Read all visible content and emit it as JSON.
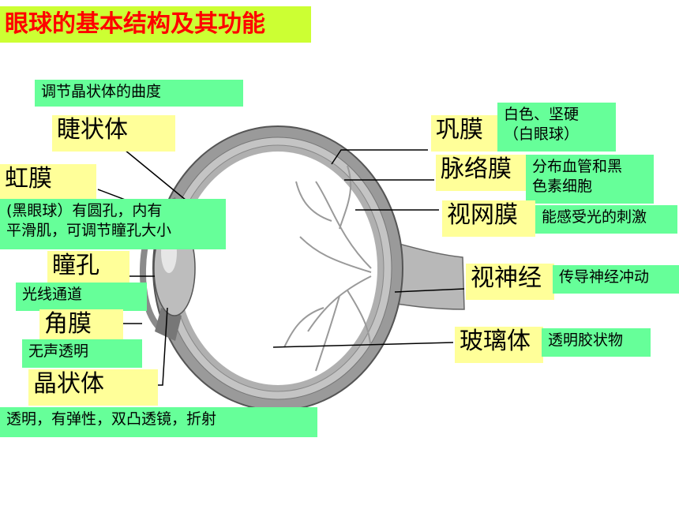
{
  "title": "眼球的基本结构及其功能",
  "labels": {
    "ciliary_body": {
      "name": "睫状体",
      "desc": "调节晶状体的曲度"
    },
    "iris": {
      "name": "虹膜",
      "desc_line1": "(黑眼球）有圆孔，内有",
      "desc_line2": "平滑肌，可调节瞳孔大小"
    },
    "pupil": {
      "name": "瞳孔",
      "desc": "光线通道"
    },
    "cornea": {
      "name": "角膜",
      "desc": "无声透明"
    },
    "lens": {
      "name": "晶状体",
      "desc": "透明，有弹性，双凸透镜，折射"
    },
    "sclera": {
      "name": "巩膜",
      "desc_line1": "白色、坚硬",
      "desc_line2": "（白眼球）"
    },
    "choroid": {
      "name": "脉络膜",
      "desc_line1": "分布血管和黑",
      "desc_line2": "色素细胞"
    },
    "retina": {
      "name": "视网膜",
      "desc": "能感受光的刺激"
    },
    "optic_nerve": {
      "name": "视神经",
      "desc": "传导神经冲动"
    },
    "vitreous": {
      "name": "玻璃体",
      "desc": "透明胶状物"
    }
  }
}
